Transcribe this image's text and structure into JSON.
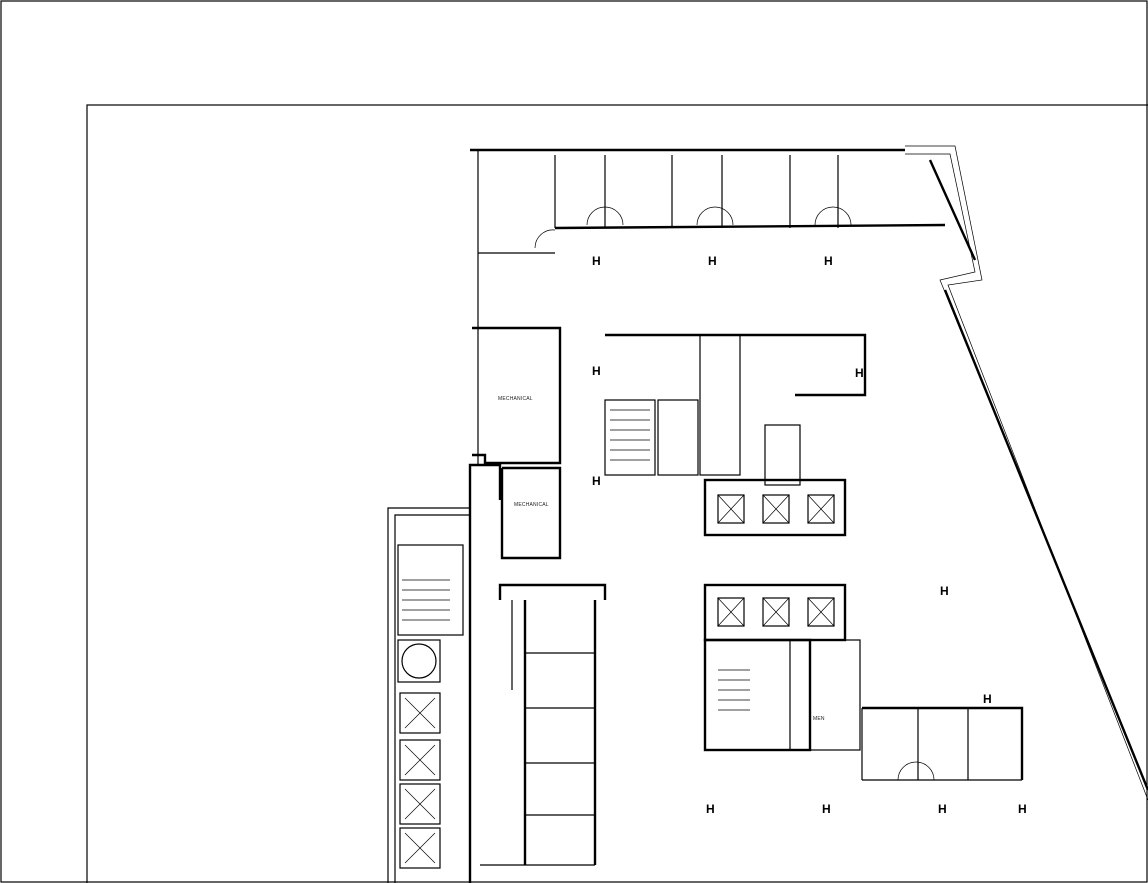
{
  "drawing": {
    "rooms": [
      {
        "label": "MECHANICAL"
      },
      {
        "label": "MECHANICAL"
      },
      {
        "label": "MEN"
      }
    ],
    "hydrant_symbol": "H"
  }
}
